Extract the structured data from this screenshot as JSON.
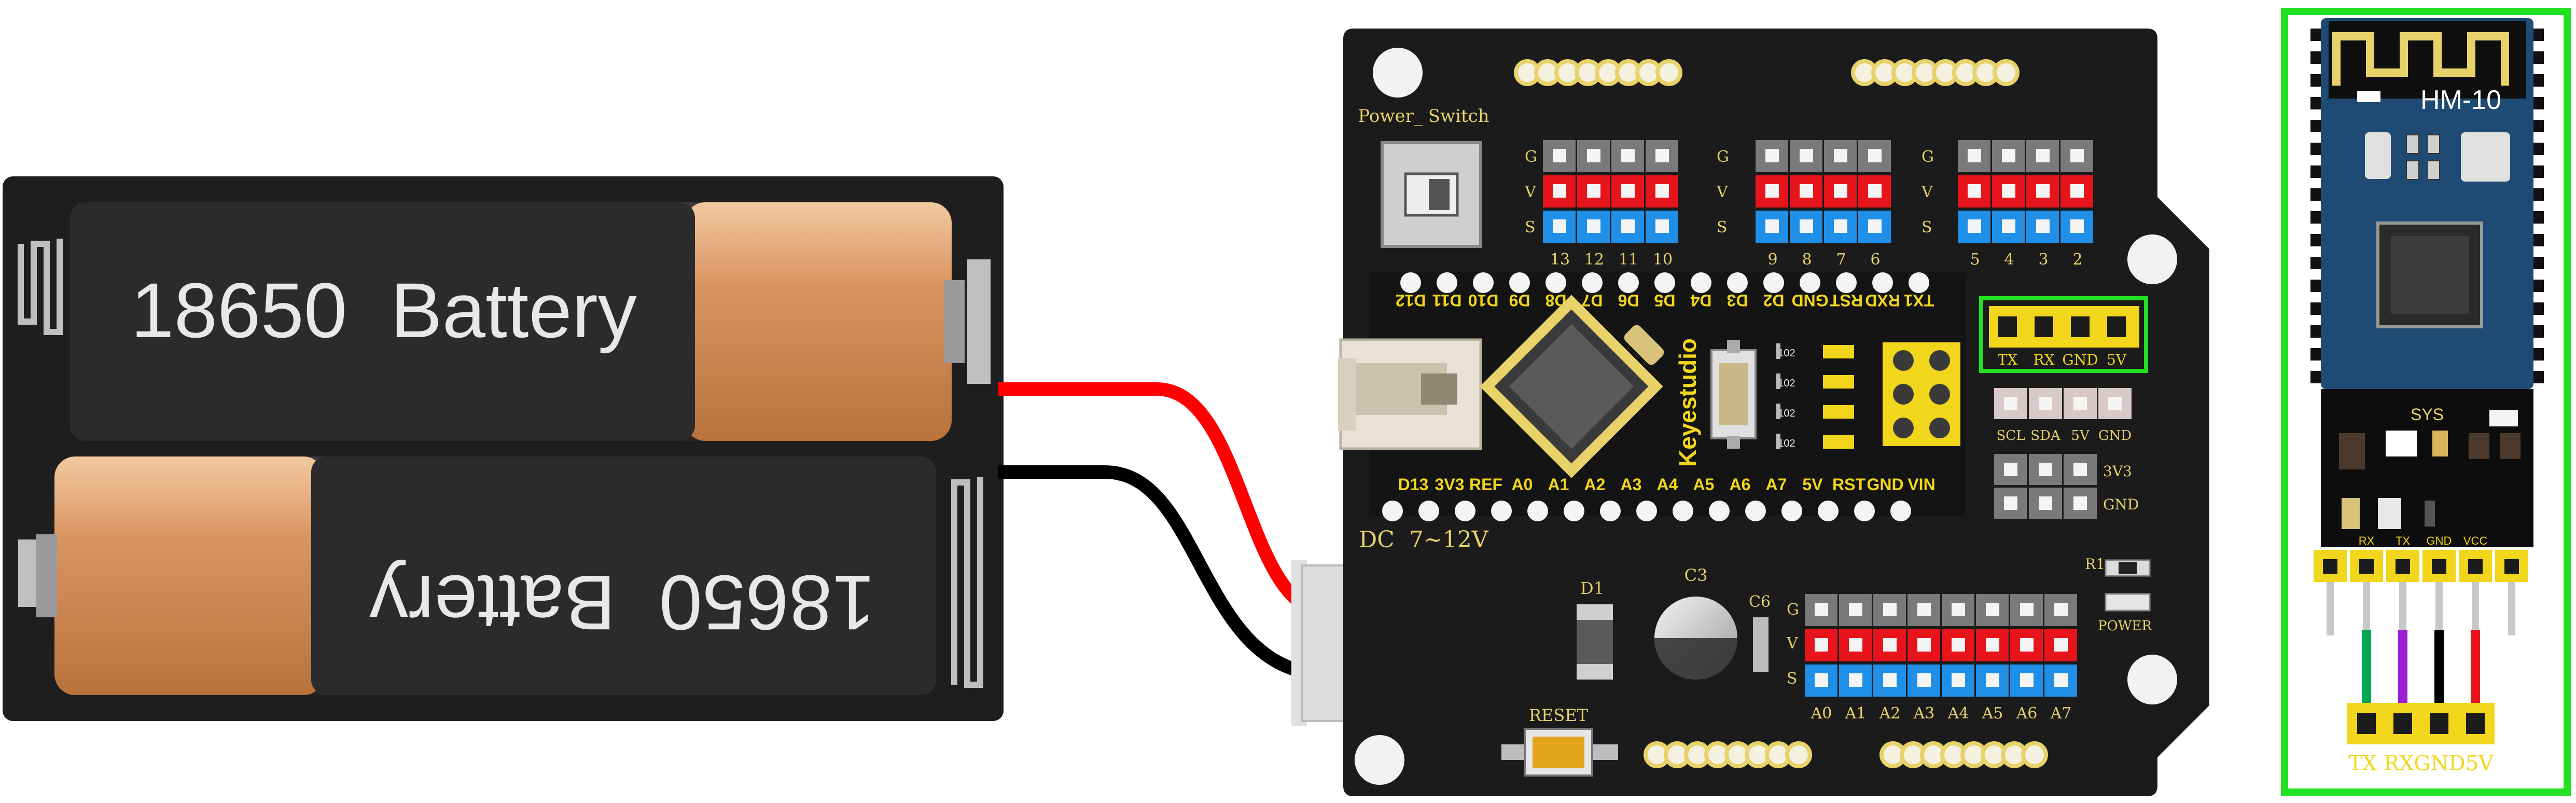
{
  "battery_pack": {
    "cell_top_label": "18650  Battery",
    "cell_bottom_label": "18650  Battery"
  },
  "shield": {
    "power_switch_label": "Power_ Switch",
    "dc_label": "DC  7~12V",
    "d1_label": "D1",
    "c3_label": "C3",
    "c6_label": "C6",
    "reset_label": "RESET",
    "r1_label": "R1",
    "power_led_label": "POWER",
    "row_g": "G",
    "row_v": "V",
    "row_s": "S",
    "digital_group_1": [
      "13",
      "12",
      "11",
      "10"
    ],
    "digital_group_2": [
      "9",
      "8",
      "7",
      "6"
    ],
    "digital_group_3": [
      "5",
      "4",
      "3",
      "2"
    ],
    "uart_header_pins": [
      "TX",
      "RX",
      "GND",
      "5V"
    ],
    "i2c_header_pins": [
      "SCL",
      "SDA",
      "5V",
      "GND"
    ],
    "power_header_pins": [
      "3V3",
      "GND"
    ],
    "analog_pins": [
      "A0",
      "A1",
      "A2",
      "A3",
      "A4",
      "A5",
      "A6",
      "A7"
    ]
  },
  "nano": {
    "brand": "Keyestudio",
    "top_pins": [
      "D12",
      "D11",
      "D10",
      "D9",
      "D8",
      "D7",
      "D6",
      "D5",
      "D4",
      "D3",
      "D2",
      "GND",
      "RST",
      "RXD",
      "TX1"
    ],
    "bottom_pins": [
      "D13",
      "3V3",
      "REF",
      "A0",
      "A1",
      "A2",
      "A3",
      "A4",
      "A5",
      "A6",
      "A7",
      "5V",
      "RST",
      "GND",
      "VIN"
    ],
    "resistor_code": "102"
  },
  "bt_module": {
    "model": "HM-10",
    "sys_label": "SYS",
    "header_pins": [
      "RX",
      "TX",
      "GND",
      "VCC"
    ],
    "connector_label": "TX RXGND5V"
  },
  "colors": {
    "board": "#1b1b1b",
    "wire_red": "#ff0000",
    "wire_black": "#000000",
    "wire_green": "#00a651",
    "wire_purple": "#9b1fd6",
    "highlight_green": "#22e022",
    "pin_yellow": "#f2d61b",
    "pin_red": "#e8141b",
    "pin_blue": "#1f8fe8",
    "pin_gray": "#7a7a7a",
    "module_blue": "#1f4a73"
  }
}
